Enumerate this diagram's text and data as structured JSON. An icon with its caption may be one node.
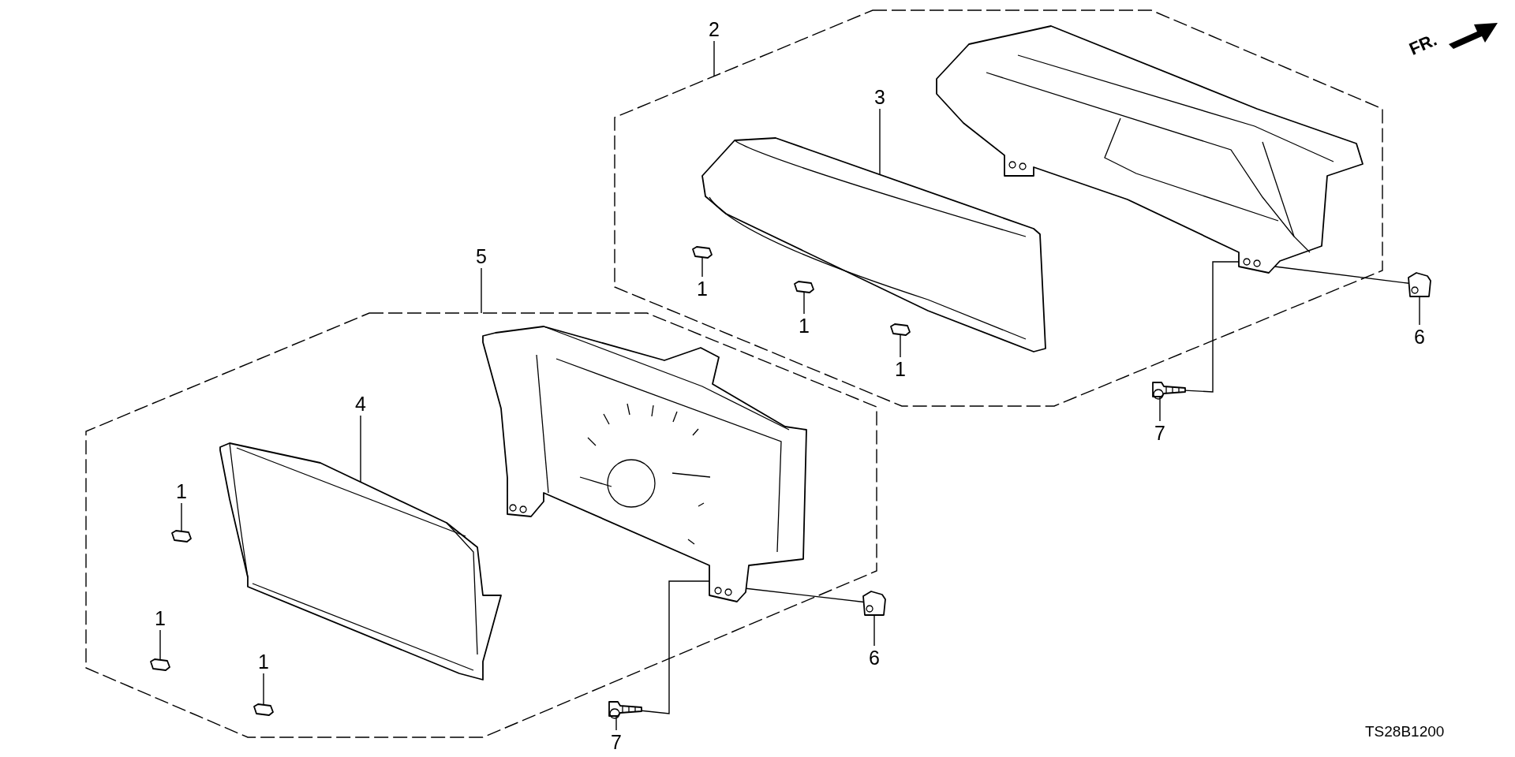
{
  "diagram": {
    "nodes": [
      {
        "text": [
          "2"
        ]
      },
      {
        "text": [],
        "shape": "hexagon"
      },
      {
        "text": [
          "3"
        ],
        "in": 1
      },
      {
        "text": [],
        "shape": "picture",
        "in": 1
      },
      {
        "text": [],
        "shape": "picture",
        "in": 1
      },
      {
        "text": [
          "1"
        ],
        "in": 1
      },
      {
        "text": [
          "1"
        ],
        "in": 1
      },
      {
        "text": [
          "1"
        ],
        "in": 1
      },
      {
        "text": [],
        "shape": "picture",
        "in": 1
      },
      {
        "text": [],
        "shape": "picture",
        "in": 1
      },
      {
        "text": [],
        "shape": "picture",
        "in": 1
      },
      {
        "text": [
          "6"
        ]
      },
      {
        "text": [],
        "shape": "picture"
      },
      {
        "text": [
          "7"
        ]
      },
      {
        "text": [],
        "shape": "picture"
      },
      {
        "text": [
          "5"
        ]
      },
      {
        "text": [],
        "shape": "hexagon"
      },
      {
        "text": [
          "4"
        ],
        "in": 16
      },
      {
        "text": [],
        "shape": "picture",
        "in": 16
      },
      {
        "text": [],
        "shape": "picture",
        "in": 16
      },
      {
        "text": [
          "1"
        ],
        "in": 16
      },
      {
        "text": [
          "1"
        ],
        "in": 16
      },
      {
        "text": [
          "1"
        ],
        "in": 16
      },
      {
        "text": [],
        "shape": "picture",
        "in": 16
      },
      {
        "text": [],
        "shape": "picture",
        "in": 16
      },
      {
        "text": [],
        "shape": "picture",
        "in": 16
      },
      {
        "text": [
          "6"
        ]
      },
      {
        "text": [],
        "shape": "picture"
      },
      {
        "text": [
          "7"
        ]
      },
      {
        "text": [],
        "shape": "picture"
      }
    ],
    "edges": [
      {
        "from": 0,
        "to": 1,
        "arrow": "none"
      },
      {
        "from": 2,
        "to": 3,
        "arrow": "none"
      },
      {
        "from": 5,
        "to": 8,
        "arrow": "none"
      },
      {
        "from": 6,
        "to": 9,
        "arrow": "none"
      },
      {
        "from": 7,
        "to": 10,
        "arrow": "none"
      },
      {
        "from": 11,
        "to": 12,
        "arrow": "none"
      },
      {
        "from": 4,
        "to": 12,
        "arrow": "none"
      },
      {
        "from": 13,
        "to": 14,
        "arrow": "none"
      },
      {
        "from": 14,
        "to": 4,
        "arrow": "none"
      },
      {
        "from": 15,
        "to": 16,
        "arrow": "none"
      },
      {
        "from": 17,
        "to": 18,
        "arrow": "none"
      },
      {
        "from": 20,
        "to": 23,
        "arrow": "none"
      },
      {
        "from": 21,
        "to": 24,
        "arrow": "none"
      },
      {
        "from": 22,
        "to": 25,
        "arrow": "none"
      },
      {
        "from": 26,
        "to": 27,
        "arrow": "none"
      },
      {
        "from": 19,
        "to": 27,
        "arrow": "none"
      },
      {
        "from": 28,
        "to": 29,
        "arrow": "none"
      },
      {
        "from": 29,
        "to": 19,
        "arrow": "none"
      }
    ],
    "labels": [
      "FR.",
      "TS28B1200"
    ]
  }
}
